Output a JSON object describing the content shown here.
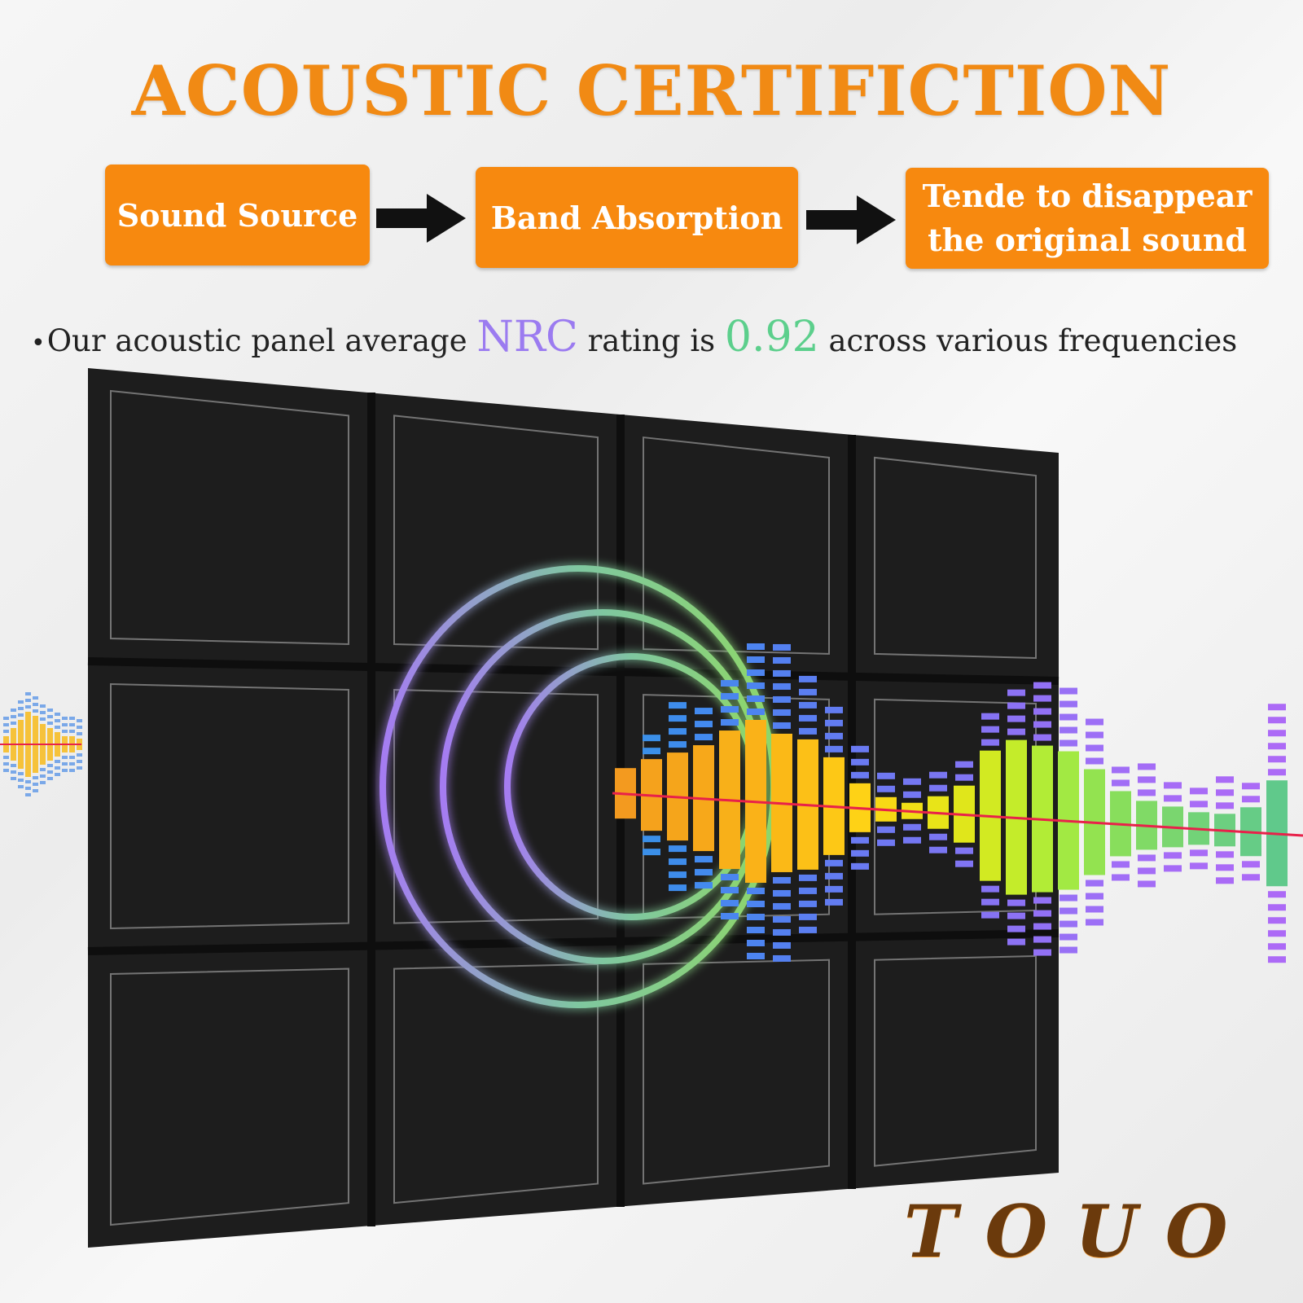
{
  "title": "ACOUSTIC CERTIFICTION",
  "steps": [
    {
      "label": "Sound Source"
    },
    {
      "label": "Band Absorption"
    },
    {
      "label_line1": "Tende to disappear",
      "label_line2": "the original sound"
    }
  ],
  "nrc_statement": {
    "bullet": "•",
    "prefix": "Our acoustic panel average ",
    "metric": "NRC",
    "middle": " rating is ",
    "value": "0.92",
    "suffix": " across various frequencies"
  },
  "brand": "TOUO",
  "colors": {
    "accent_orange": "#f7890f",
    "nrc_purple": "#9b7bf0",
    "value_green": "#5ccf8c",
    "panel_black": "#1e1e1e"
  }
}
